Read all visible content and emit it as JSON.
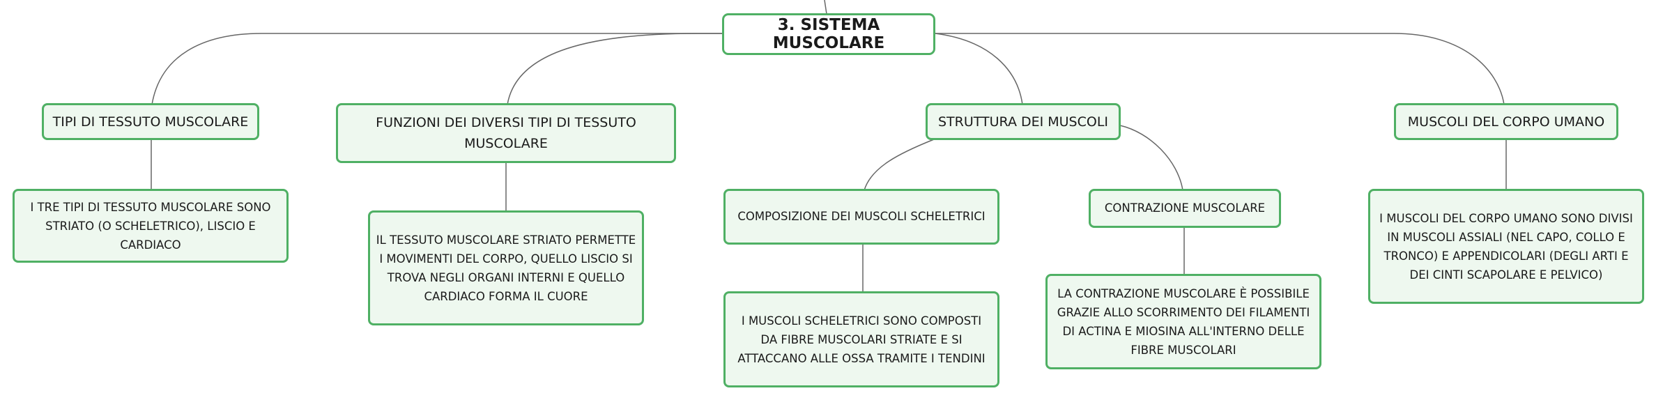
{
  "root": {
    "label": "3. SISTEMA MUSCOLARE"
  },
  "branches": [
    {
      "label": "TIPI DI TESSUTO MUSCOLARE",
      "children": [
        {
          "label": "I TRE TIPI DI TESSUTO MUSCOLARE SONO STRIATO (O SCHELETRICO), LISCIO E CARDIACO"
        }
      ]
    },
    {
      "label": "FUNZIONI DEI DIVERSI TIPI DI TESSUTO MUSCOLARE",
      "children": [
        {
          "label": "IL TESSUTO MUSCOLARE STRIATO PERMETTE I MOVIMENTI DEL CORPO, QUELLO LISCIO SI TROVA NEGLI ORGANI INTERNI E QUELLO CARDIACO FORMA IL CUORE"
        }
      ]
    },
    {
      "label": "STRUTTURA DEI MUSCOLI",
      "children": [
        {
          "label": "COMPOSIZIONE DEI MUSCOLI SCHELETRICI",
          "children": [
            {
              "label": "I MUSCOLI SCHELETRICI SONO COMPOSTI DA FIBRE MUSCOLARI STRIATE E SI ATTACCANO ALLE OSSA TRAMITE I TENDINI"
            }
          ]
        },
        {
          "label": "CONTRAZIONE MUSCOLARE",
          "children": [
            {
              "label": "LA CONTRAZIONE MUSCOLARE È POSSIBILE GRAZIE ALLO SCORRIMENTO DEI FILAMENTI DI ACTINA E MIOSINA ALL'INTERNO DELLE FIBRE MUSCOLARI"
            }
          ]
        }
      ]
    },
    {
      "label": "MUSCOLI DEL CORPO UMANO",
      "children": [
        {
          "label": "I MUSCOLI DEL CORPO UMANO SONO DIVISI IN MUSCOLI ASSIALI (NEL CAPO, COLLO E TRONCO) E APPENDICOLARI (DEGLI ARTI E DEI CINTI SCAPOLARE E PELVICO)"
        }
      ]
    }
  ],
  "colors": {
    "node_border": "#4fb064",
    "node_fill": "#eef8ef",
    "root_fill": "#ffffff",
    "connector": "#666666"
  }
}
